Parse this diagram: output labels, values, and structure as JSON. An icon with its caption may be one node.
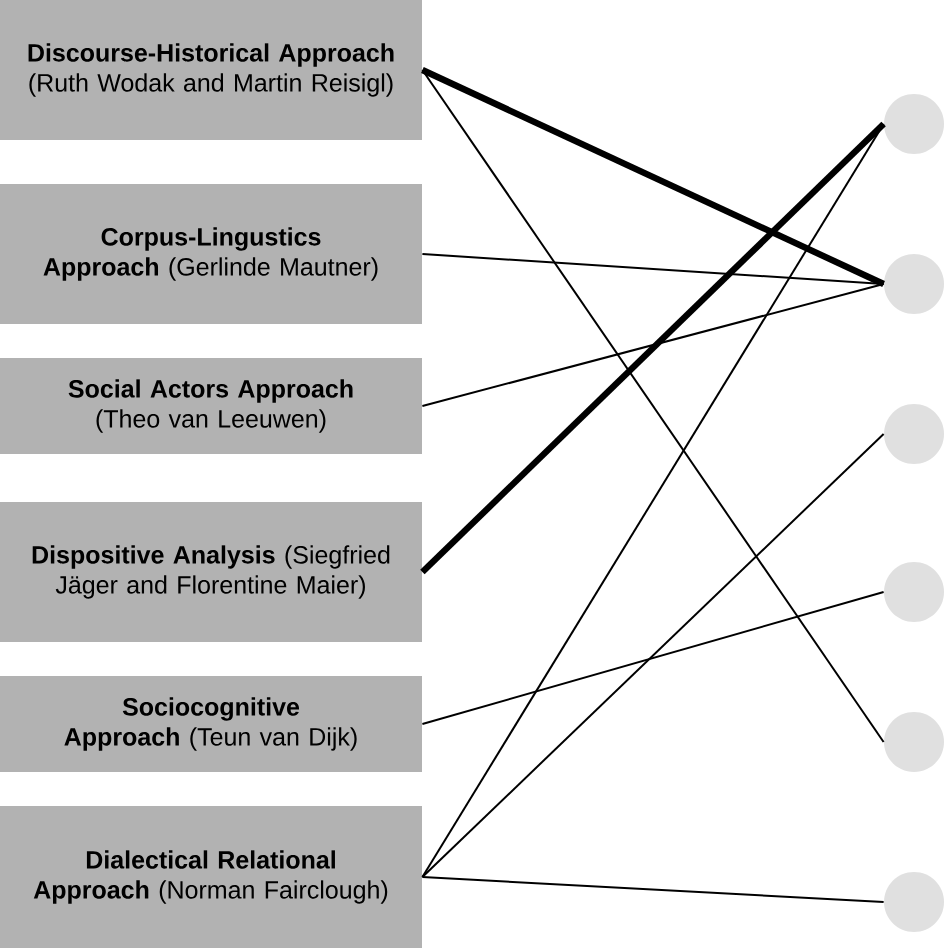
{
  "diagram": {
    "nodes": [
      {
        "text": [
          "**Discourse-Historical Approach** (Ruth Wodak and Martin Reisigl)"
        ]
      },
      {
        "text": [
          "**Corpus-Lingustics Approach** (Gerlinde Mautner)"
        ]
      },
      {
        "text": [
          "**Social Actors Approach** (Theo van Leeuwen)"
        ]
      },
      {
        "text": [
          "**Dispositive Analysis** (Siegfried Jäger and Florentine Maier)"
        ]
      },
      {
        "text": [
          "**Sociocognitive Approach** (Teun van Dijk)"
        ]
      },
      {
        "text": [
          "**Dialectical Relational Approach** (Norman Fairclough)"
        ]
      },
      {
        "text": [],
        "shape": "circle"
      },
      {
        "text": [],
        "shape": "circle"
      },
      {
        "text": [],
        "shape": "circle"
      },
      {
        "text": [],
        "shape": "circle"
      },
      {
        "text": [],
        "shape": "circle"
      },
      {
        "text": [],
        "shape": "circle"
      }
    ],
    "edges": [
      {
        "from": 0,
        "to": 7,
        "arrow": "none",
        "style": "thick"
      },
      {
        "from": 0,
        "to": 10,
        "arrow": "none"
      },
      {
        "from": 1,
        "to": 7,
        "arrow": "none"
      },
      {
        "from": 2,
        "to": 7,
        "arrow": "none"
      },
      {
        "from": 3,
        "to": 6,
        "arrow": "none",
        "style": "thick"
      },
      {
        "from": 4,
        "to": 9,
        "arrow": "none"
      },
      {
        "from": 5,
        "to": 6,
        "arrow": "none"
      },
      {
        "from": 5,
        "to": 8,
        "arrow": "none"
      },
      {
        "from": 5,
        "to": 11,
        "arrow": "none"
      }
    ]
  }
}
